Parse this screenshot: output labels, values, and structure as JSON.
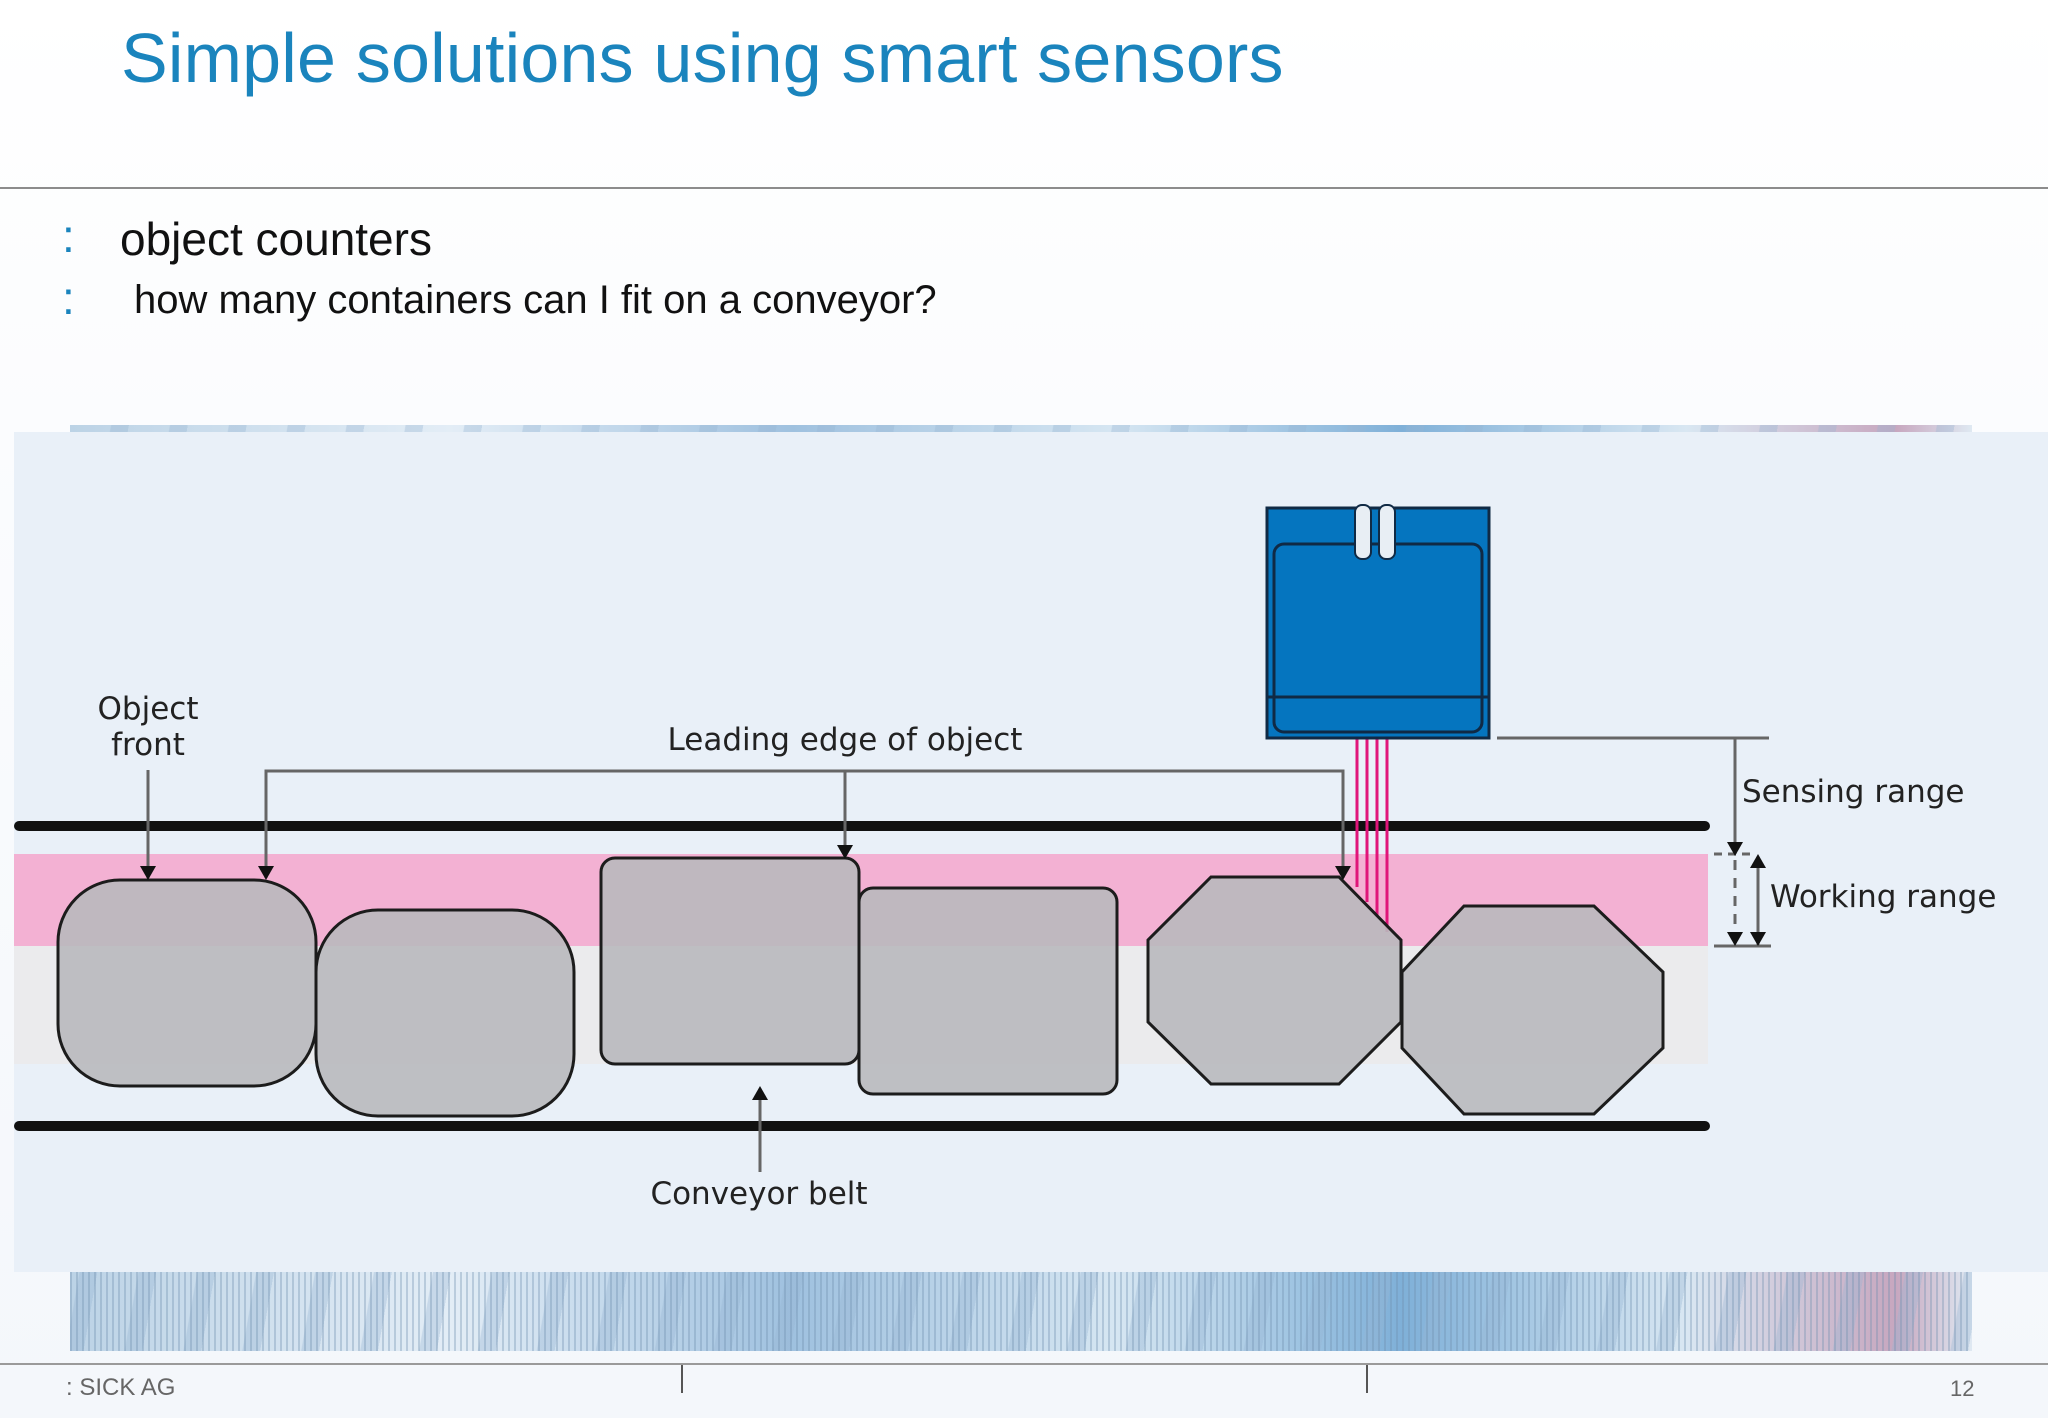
{
  "slide": {
    "title": "Simple solutions using smart sensors",
    "bullets": [
      {
        "marker": ":",
        "text": "object counters"
      },
      {
        "marker": ":",
        "text": "how many containers can I fit on a conveyor?"
      }
    ]
  },
  "diagram": {
    "labels": {
      "object_front_line1": "Object",
      "object_front_line2": "front",
      "leading_edge": "Leading edge of object",
      "sensing_range": "Sensing range",
      "working_range": "Working range",
      "conveyor_belt": "Conveyor belt"
    },
    "colors": {
      "sensor_blue": "#0575bf",
      "working_band_pink": "#f3b1d3",
      "beam_magenta": "#e0157a",
      "object_gray": "#b9b9bd",
      "belt_black": "#111111"
    }
  },
  "footer": {
    "left": ": SICK AG",
    "page_number": "12"
  }
}
